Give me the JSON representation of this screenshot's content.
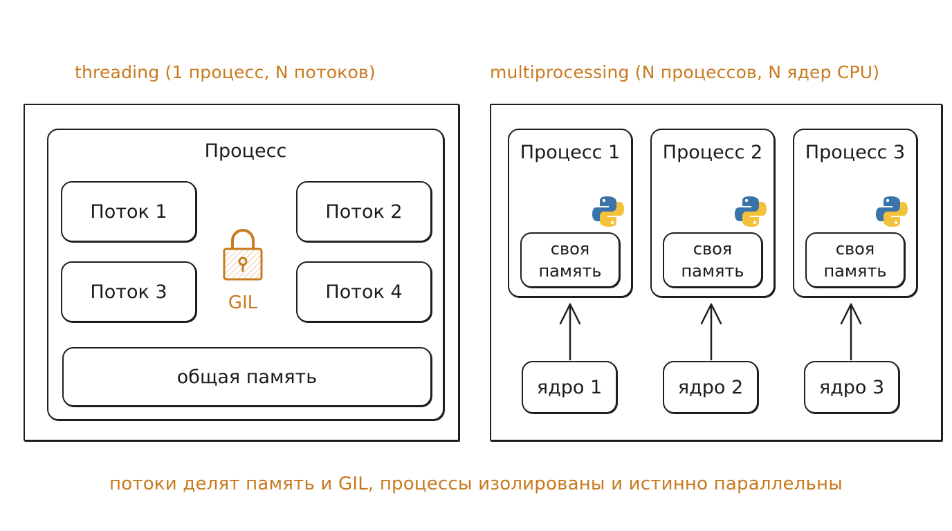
{
  "threading": {
    "heading": "threading (1 процесс, N потоков)",
    "process_label": "Процесс",
    "threads": [
      "Поток 1",
      "Поток 2",
      "Поток 3",
      "Поток 4"
    ],
    "gil_label": "GIL",
    "shared_memory": "общая память"
  },
  "multiprocessing": {
    "heading": "multiprocessing (N процессов, N ядер CPU)",
    "processes": [
      {
        "label": "Процесс 1",
        "memory": "своя память",
        "core": "ядро 1"
      },
      {
        "label": "Процесс 2",
        "memory": "своя память",
        "core": "ядро 2"
      },
      {
        "label": "Процесс 3",
        "memory": "своя память",
        "core": "ядро 3"
      }
    ]
  },
  "footer": "потоки делят память и GIL, процессы изолированы и истинно параллельны",
  "colors": {
    "accent": "#c87a1e",
    "ink": "#1e1e1e",
    "python_blue": "#3b74a8",
    "python_yellow": "#f2c23a"
  }
}
